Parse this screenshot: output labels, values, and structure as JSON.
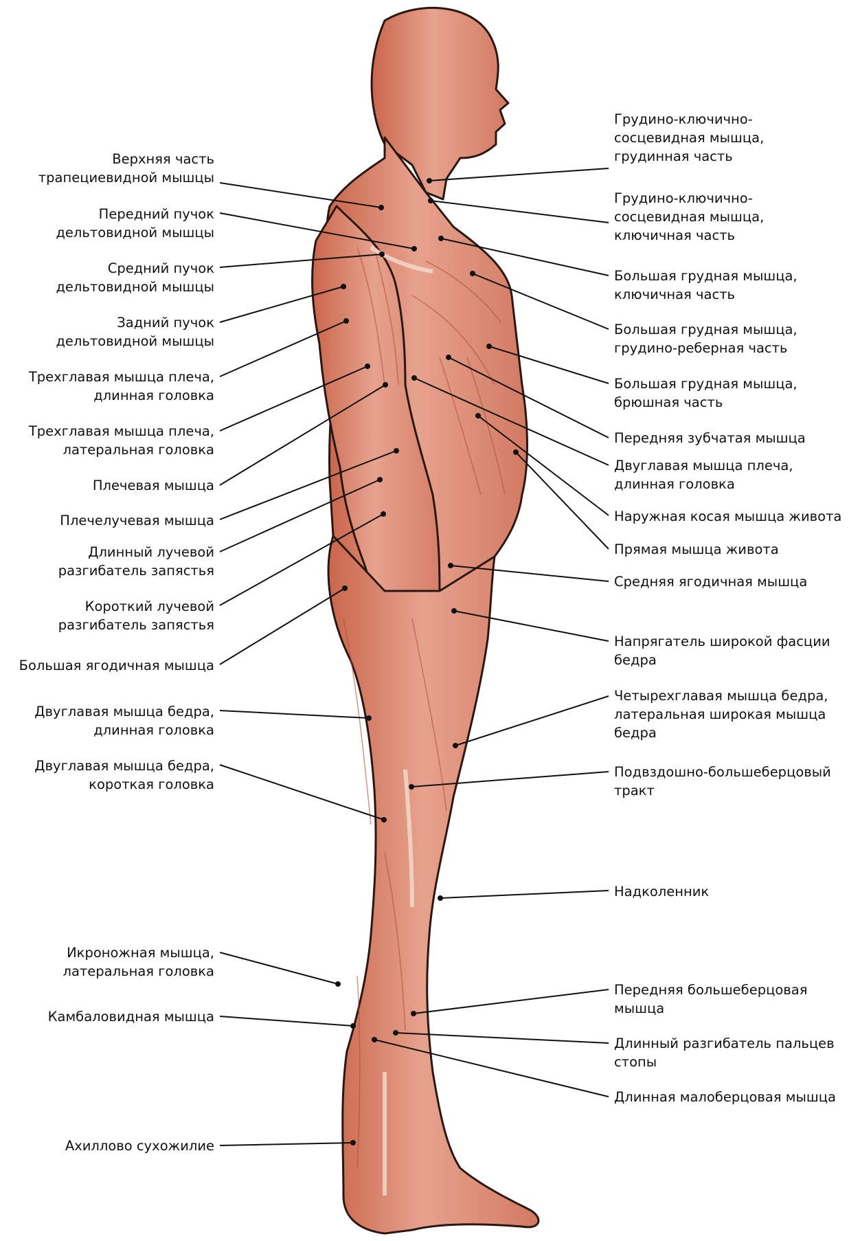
{
  "colors": {
    "skin": "#e39c87",
    "muscle_dark": "#b5573f",
    "outline": "#2a1712",
    "highlight": "#f8d9cc",
    "tendon": "#f3dcd0",
    "leader": "#111111"
  },
  "labels_left": [
    {
      "id": "trap-upper",
      "text": "Верхняя часть\nтрапециевидной мышцы"
    },
    {
      "id": "delt-ant",
      "text": "Передний пучок\nдельтовидной мышцы"
    },
    {
      "id": "delt-mid",
      "text": "Средний пучок\nдельтовидной мышцы"
    },
    {
      "id": "delt-post",
      "text": "Задний пучок\nдельтовидной мышцы"
    },
    {
      "id": "triceps-long",
      "text": "Трехглавая мышца плеча,\nдлинная головка"
    },
    {
      "id": "triceps-lat",
      "text": "Трехглавая мышца плеча,\nлатеральная головка"
    },
    {
      "id": "brachialis",
      "text": "Плечевая мышца"
    },
    {
      "id": "brachiorad",
      "text": "Плечелучевая мышца"
    },
    {
      "id": "ecrl",
      "text": "Длинный лучевой\nразгибатель запястья"
    },
    {
      "id": "ecrb",
      "text": "Короткий лучевой\nразгибатель запястья"
    },
    {
      "id": "glute-max",
      "text": "Большая ягодичная мышца"
    },
    {
      "id": "biceps-fem-long",
      "text": "Двуглавая мышца бедра,\nдлинная головка"
    },
    {
      "id": "biceps-fem-short",
      "text": "Двуглавая мышца бедра,\nкороткая головка"
    },
    {
      "id": "gastroc-lat",
      "text": "Икроножная мышца,\nлатеральная головка"
    },
    {
      "id": "soleus",
      "text": "Камбаловидная мышца"
    },
    {
      "id": "achilles",
      "text": "Ахиллово сухожилие"
    }
  ],
  "labels_right": [
    {
      "id": "scm-sternal",
      "text": "Грудино-ключично-\nсосцевидная мышца,\nгрудинная часть"
    },
    {
      "id": "scm-clav",
      "text": "Грудино-ключично-\nсосцевидная мышца,\nключичная часть"
    },
    {
      "id": "pec-clav",
      "text": "Большая грудная мышца,\nключичная часть"
    },
    {
      "id": "pec-sternocostal",
      "text": "Большая грудная мышца,\nгрудино-реберная часть"
    },
    {
      "id": "pec-abd",
      "text": "Большая грудная мышца,\nбрюшная часть"
    },
    {
      "id": "serratus",
      "text": "Передняя зубчатая мышца"
    },
    {
      "id": "biceps-long",
      "text": "Двуглавая мышца плеча,\nдлинная головка"
    },
    {
      "id": "ext-oblique",
      "text": "Наружная косая мышца живота"
    },
    {
      "id": "rectus-abd",
      "text": "Прямая мышца живота"
    },
    {
      "id": "glute-med",
      "text": "Средняя ягодичная мышца"
    },
    {
      "id": "tfl",
      "text": "Напрягатель широкой фасции\nбедра"
    },
    {
      "id": "vastus-lat",
      "text": "Четырехглавая мышца бедра,\nлатеральная широкая мышца\nбедра"
    },
    {
      "id": "it-band",
      "text": "Подвздошно-большеберцовый\nтракт"
    },
    {
      "id": "patella",
      "text": "Надколенник"
    },
    {
      "id": "tib-ant",
      "text": "Передняя большеберцовая\nмышца"
    },
    {
      "id": "ext-dig-long",
      "text": "Длинный разгибатель пальцев\nстопы"
    },
    {
      "id": "peroneus-long",
      "text": "Длинная малоберцовая мышца"
    }
  ]
}
